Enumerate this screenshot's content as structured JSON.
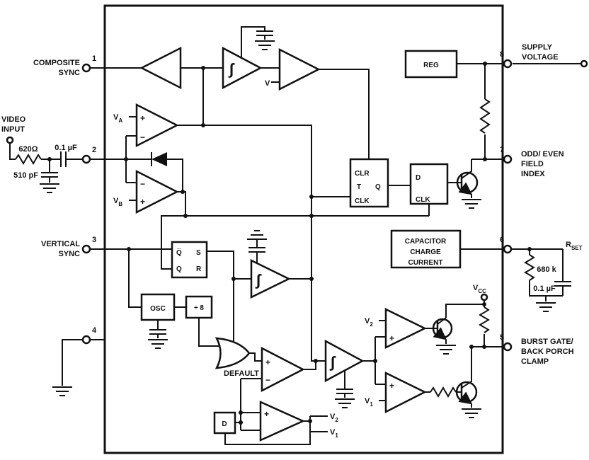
{
  "colors": {
    "ink": "#111111",
    "background": "#ffffff"
  },
  "pins": {
    "p1": {
      "num": "1",
      "line1": "COMPOSITE",
      "line2": "SYNC"
    },
    "p2": {
      "num": "2",
      "line1": "VIDEO",
      "line2": "INPUT"
    },
    "p3": {
      "num": "3",
      "line1": "VERTICAL",
      "line2": "SYNC"
    },
    "p4": {
      "num": "4"
    },
    "p5": {
      "num": "5",
      "line1": "BURST GATE/",
      "line2": "BACK PORCH",
      "line3": "CLAMP"
    },
    "p6": {
      "num": "6",
      "rset_main": "R",
      "rset_sub": "SET"
    },
    "p7": {
      "num": "7",
      "line1": "ODD/ EVEN",
      "line2": "FIELD",
      "line3": "INDEX"
    },
    "p8": {
      "num": "8",
      "line1": "SUPPLY",
      "line2": "VOLTAGE"
    }
  },
  "external": {
    "r_input": "620Ω",
    "c_input": "0.1 µF",
    "c_filter": "510 pF",
    "r_set": "680 k",
    "c_set": "0.1 µF"
  },
  "blocks": {
    "reg": "REG",
    "ff1": {
      "clr": "CLR",
      "t": "T",
      "q": "Q",
      "clk": "CLK"
    },
    "ff2": {
      "d": "D",
      "clk": "CLK"
    },
    "charge_block": {
      "line1": "CAPACITOR",
      "line2": "CHARGE",
      "line3": "CURRENT"
    },
    "latch": {
      "qbar": "Q̅",
      "s": "S",
      "q": "Q",
      "r": "R"
    },
    "osc": "OSC",
    "div8": "÷ 8",
    "d_box": "D"
  },
  "refs": {
    "v": "V",
    "sub_a": "A",
    "sub_b": "B",
    "sub_cc": "CC",
    "sub_1": "1",
    "sub_2": "2",
    "default_label": "DEFAULT",
    "integral": "∫",
    "plus": "+",
    "minus": "−"
  }
}
